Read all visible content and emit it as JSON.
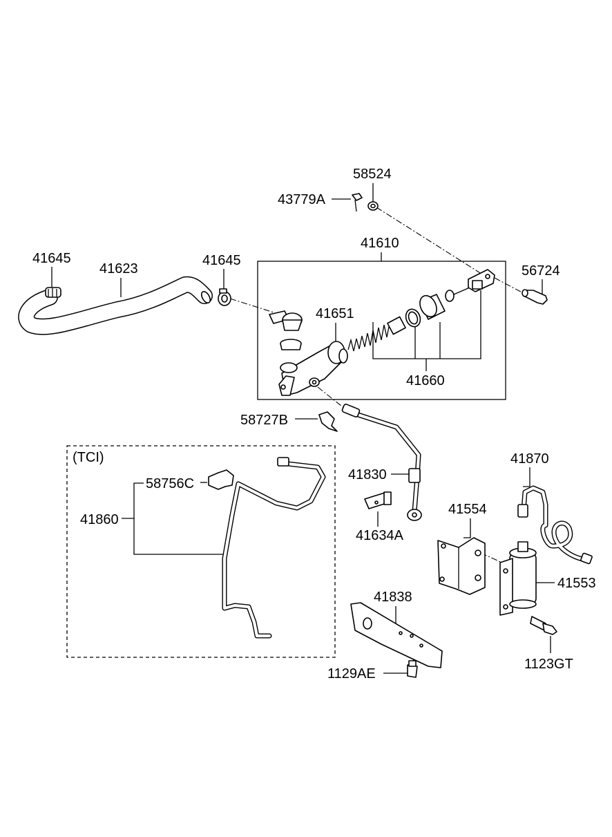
{
  "labels": {
    "p41645_left": "41645",
    "p41623": "41623",
    "p41645_right": "41645",
    "p41610": "41610",
    "p58524": "58524",
    "p43779A": "43779A",
    "p56724": "56724",
    "p41651": "41651",
    "p41660": "41660",
    "p58727B": "58727B",
    "tci": "(TCI)",
    "p58756C": "58756C",
    "p41860": "41860",
    "p41830": "41830",
    "p41634A": "41634A",
    "p41870": "41870",
    "p41554": "41554",
    "p41553": "41553",
    "p41838": "41838",
    "p1129AE": "1129AE",
    "p1123GT": "1123GT"
  },
  "colors": {
    "line": "#000000",
    "background": "#ffffff",
    "shade": "#dcdcdc"
  }
}
